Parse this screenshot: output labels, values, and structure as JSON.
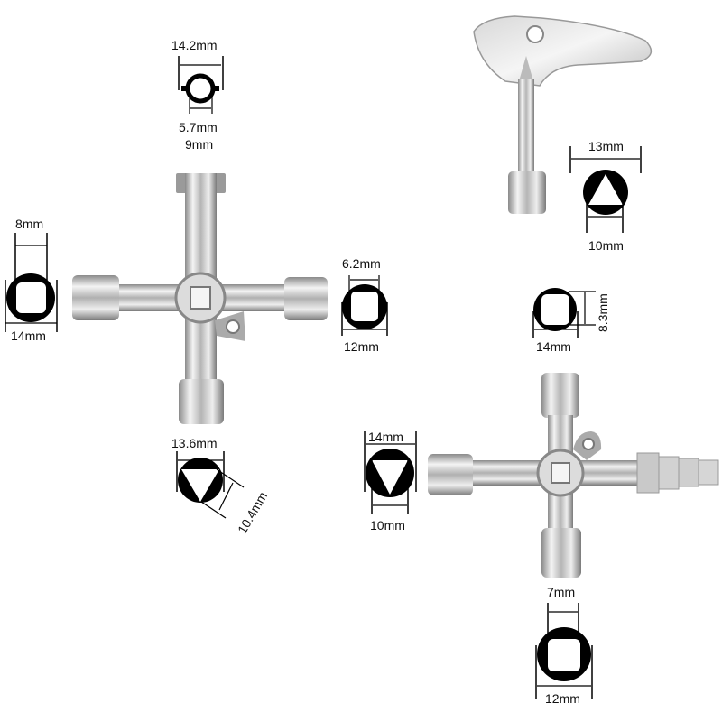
{
  "image": {
    "description": "Utility cabinet key set with profile dimension diagrams",
    "background_color": "#ffffff",
    "metal_color": "#c8c8c8",
    "diagram_color": "#000000"
  },
  "keys": [
    {
      "id": "cross-key-4way",
      "type": "4-way cross key",
      "profiles": [
        {
          "position": "top",
          "shape": "double-bit round",
          "dims": [
            "14.2mm",
            "5.7mm",
            "9mm"
          ]
        },
        {
          "position": "left",
          "shape": "square",
          "dims": [
            "8mm",
            "14mm"
          ]
        },
        {
          "position": "right",
          "shape": "square",
          "dims": [
            "6.2mm",
            "12mm"
          ]
        },
        {
          "position": "bottom",
          "shape": "triangle",
          "dims": [
            "13.6mm",
            "10.4mm"
          ]
        }
      ]
    },
    {
      "id": "radiator-triangle-key",
      "type": "handle key with triangle socket",
      "profiles": [
        {
          "position": "bottom",
          "shape": "triangle",
          "dims": [
            "13mm",
            "10mm"
          ]
        }
      ]
    },
    {
      "id": "cross-key-stepped",
      "type": "cross key with stepped bit",
      "profiles": [
        {
          "position": "top",
          "shape": "square",
          "dims": [
            "14mm",
            "8.3mm"
          ]
        },
        {
          "position": "left",
          "shape": "triangle",
          "dims": [
            "14mm",
            "10mm"
          ]
        },
        {
          "position": "bottom",
          "shape": "square",
          "dims": [
            "7mm",
            "12mm"
          ]
        }
      ]
    }
  ],
  "labels": {
    "k1_top_outer": "14.2mm",
    "k1_top_inner": "5.7mm",
    "k1_top_bit": "9mm",
    "k1_left_inner": "8mm",
    "k1_left_outer": "14mm",
    "k1_right_inner": "6.2mm",
    "k1_right_outer": "12mm",
    "k1_bottom_outer": "13.6mm",
    "k1_bottom_inner": "10.4mm",
    "k2_outer": "13mm",
    "k2_inner": "10mm",
    "k3_top_outer": "14mm",
    "k3_top_inner": "8.3mm",
    "k3_left_outer": "14mm",
    "k3_left_inner": "10mm",
    "k3_bottom_inner": "7mm",
    "k3_bottom_outer": "12mm"
  }
}
